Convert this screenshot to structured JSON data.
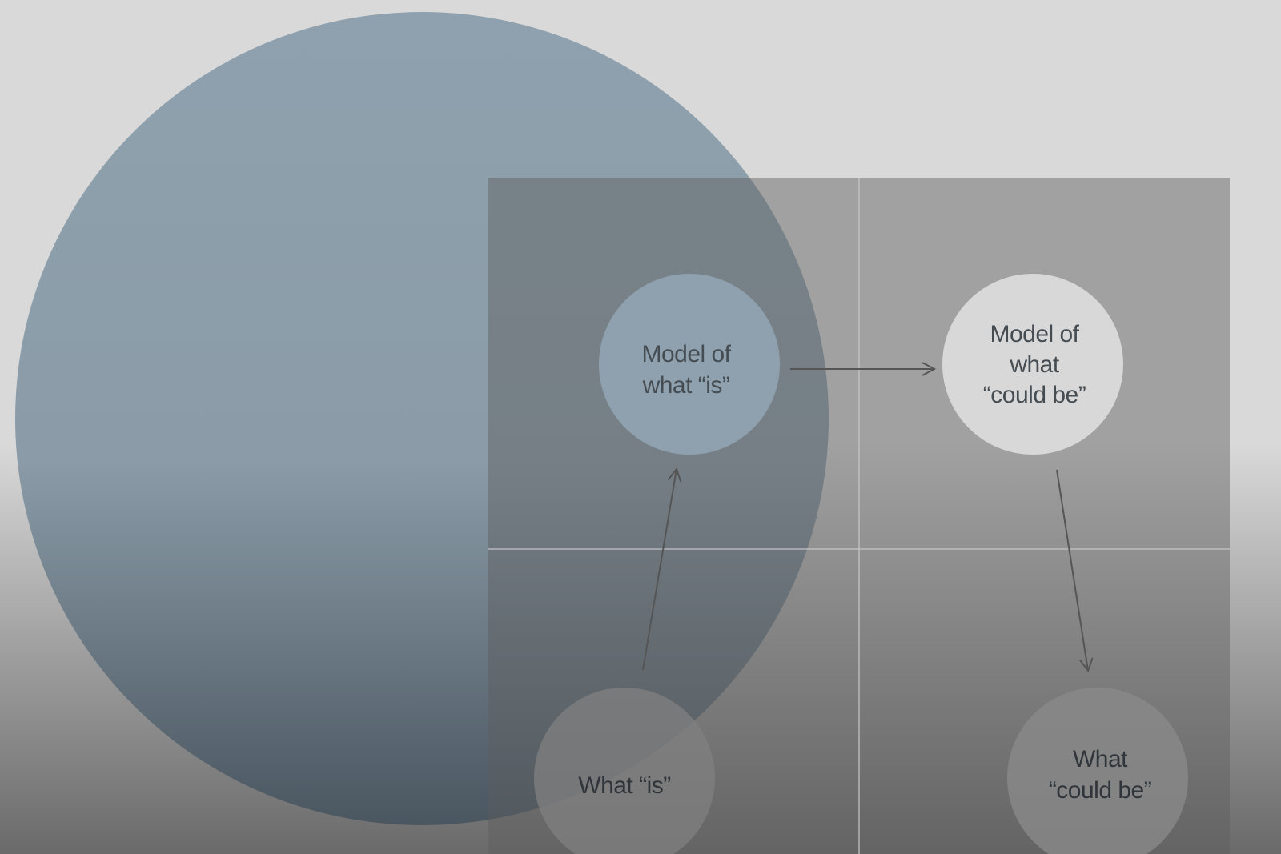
{
  "diagram": {
    "nodes": [
      {
        "id": "model-is",
        "lines": [
          "Model of",
          "what “is”"
        ]
      },
      {
        "id": "model-could-be",
        "lines": [
          "Model of",
          "what",
          "“could be”"
        ]
      },
      {
        "id": "what-is",
        "lines": [
          "What “is”"
        ]
      },
      {
        "id": "what-could-be",
        "lines": [
          "What",
          "“could be”"
        ]
      }
    ],
    "edges": [
      {
        "from": "model-is",
        "to": "model-could-be"
      },
      {
        "from": "what-is",
        "to": "model-is"
      },
      {
        "from": "model-could-be",
        "to": "what-could-be"
      }
    ]
  },
  "colors": {
    "background_top": "#d9d9d9",
    "background_bottom": "#6a6a6a",
    "big_circle_top": "#8fa1ae",
    "big_circle_bottom": "#4a5660",
    "grid_overlay": "#5e5e5e",
    "grid_lines": "#c8c8c8",
    "node_model_is": "#8fa1ae",
    "node_model_could_be": "#d8d8d8",
    "node_what_is": "#808080",
    "node_what_could_be": "#8a8a8a",
    "arrow": "#555555",
    "label_text": "#454c52"
  }
}
